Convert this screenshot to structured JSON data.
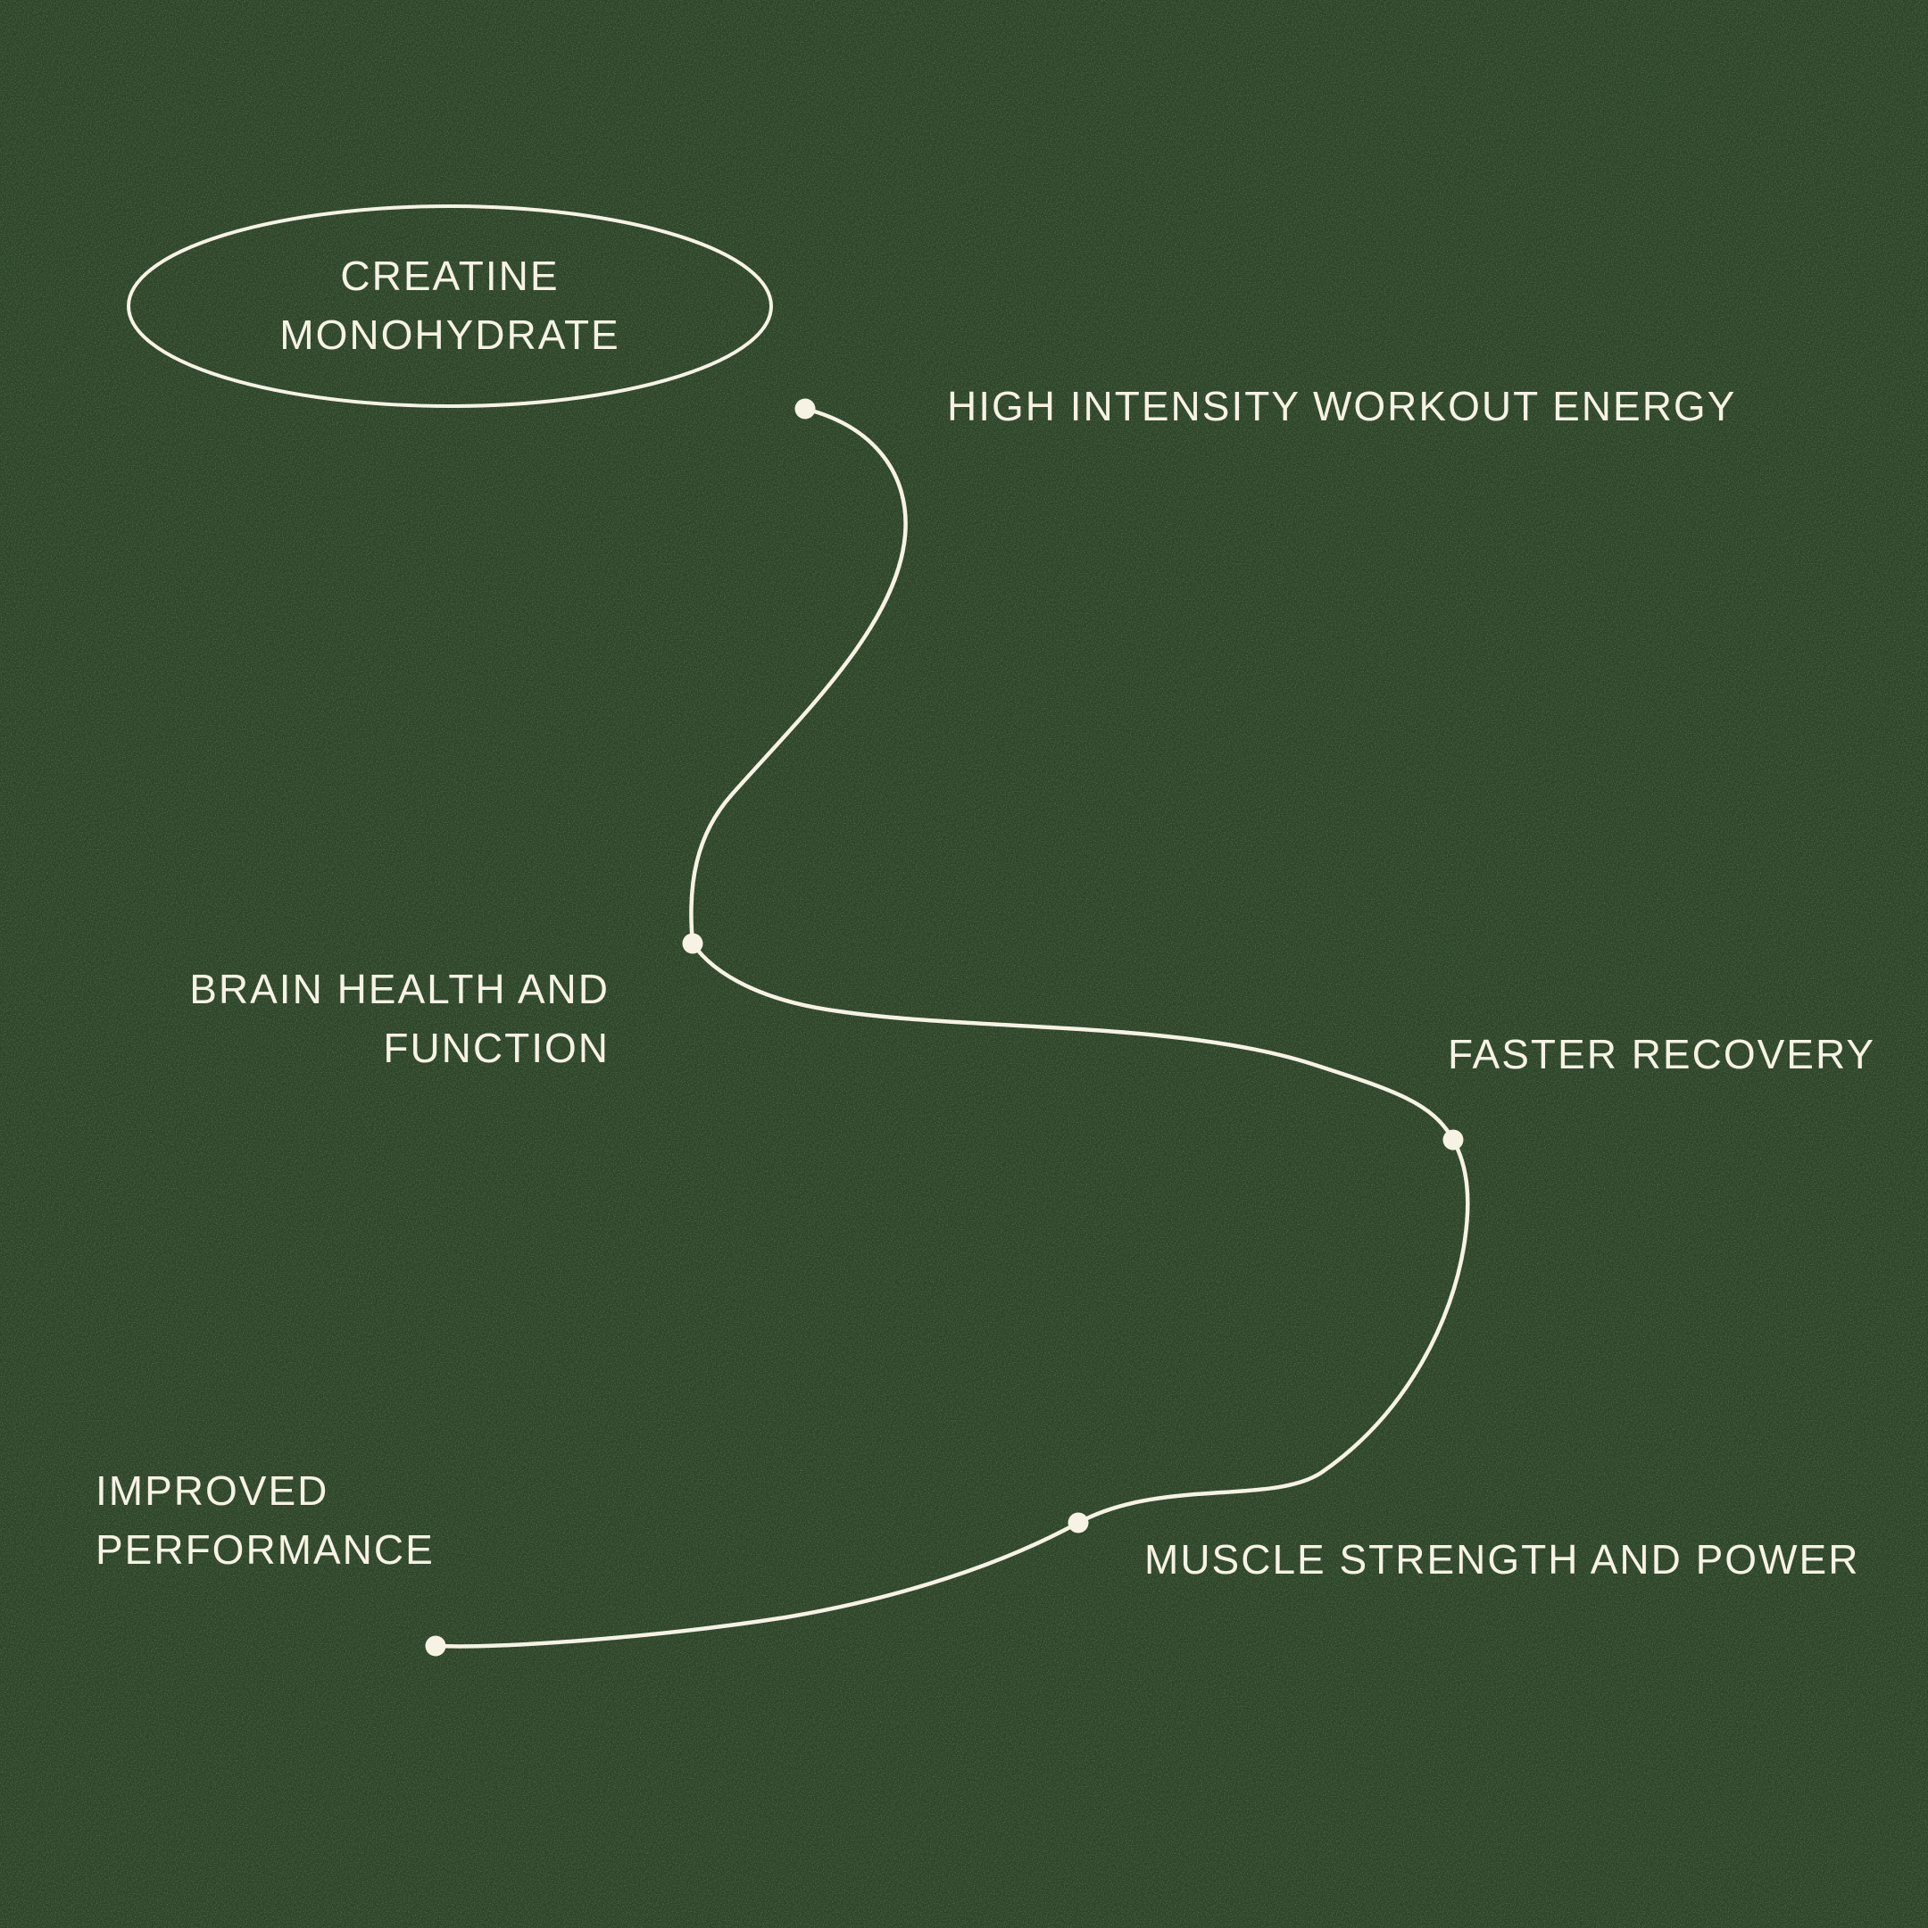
{
  "colors": {
    "background": "#2B4227",
    "foreground": "#F6F2E4"
  },
  "hub": {
    "line1": "CREATINE",
    "line2": "MONOHYDRATE"
  },
  "nodes": [
    {
      "id": 1,
      "lines": [
        "HIGH INTENSITY WORKOUT ENERGY"
      ]
    },
    {
      "id": 2,
      "lines": [
        "BRAIN HEALTH AND",
        "FUNCTION"
      ]
    },
    {
      "id": 3,
      "lines": [
        "FASTER RECOVERY"
      ]
    },
    {
      "id": 4,
      "lines": [
        "MUSCLE STRENGTH AND POWER"
      ]
    },
    {
      "id": 5,
      "lines": [
        "IMPROVED",
        "PERFORMANCE"
      ]
    }
  ]
}
